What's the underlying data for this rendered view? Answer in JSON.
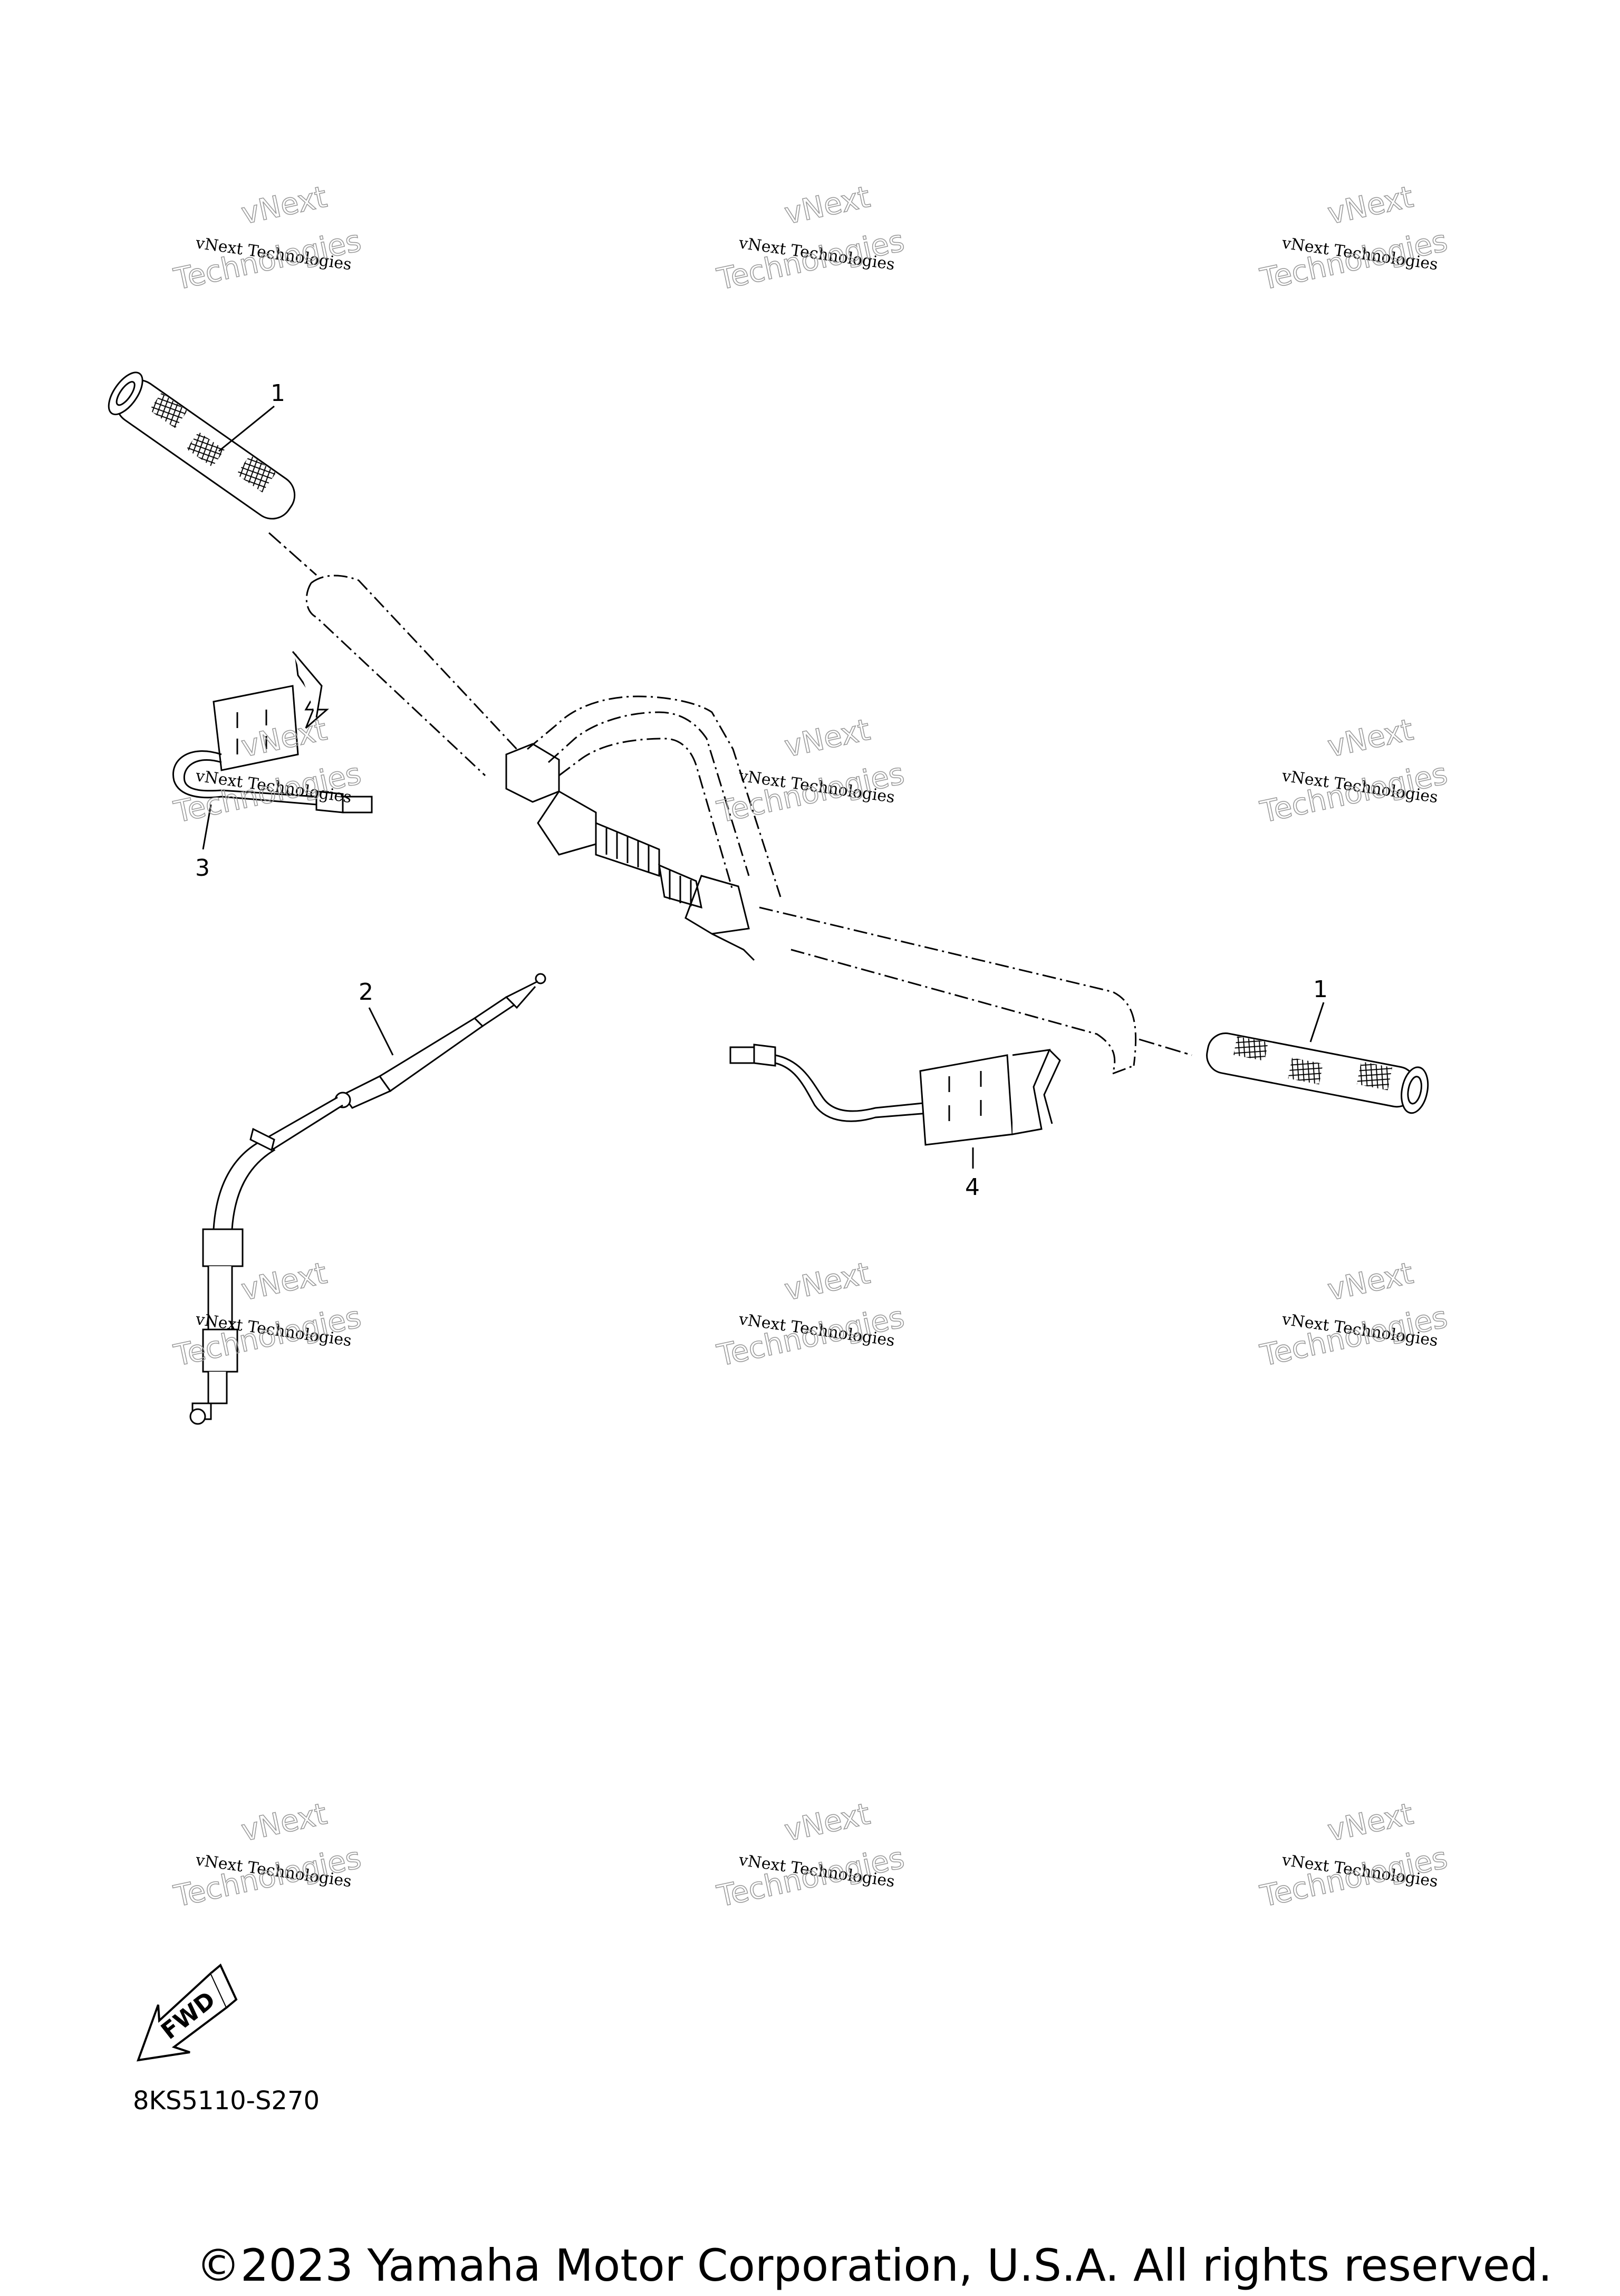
{
  "callouts": {
    "grip_left": "1",
    "throttle_cable": "2",
    "grip_heater_left": "3",
    "grip_right": "1",
    "grip_heater_right": "4"
  },
  "watermark": {
    "line1": "vNext Technologies",
    "line2": "vNext",
    "line3": "Technologies"
  },
  "fwd_label": "FWD",
  "diagram_code": "8KS5110-S270",
  "copyright": "©2023 Yamaha Motor Corporation, U.S.A. All rights reserved."
}
